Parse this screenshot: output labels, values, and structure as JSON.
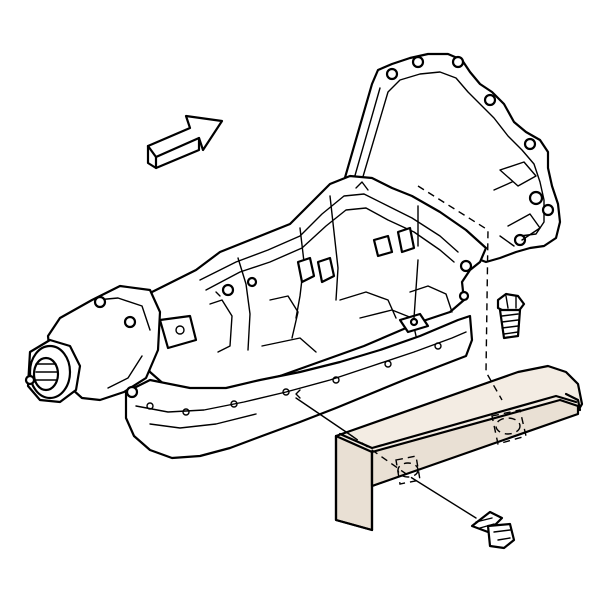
{
  "diagram": {
    "parts": [
      {
        "id": "transmission",
        "kind": "assembly"
      },
      {
        "id": "shield",
        "kind": "heat-shield"
      },
      {
        "id": "bolt-upper",
        "kind": "bolt"
      },
      {
        "id": "bolt-lower",
        "kind": "bolt"
      }
    ],
    "direction_indicator": "arrow-front-icon",
    "colors": {
      "line": "#000000",
      "shield_fill": "#f3ece3",
      "background": "#ffffff"
    }
  }
}
